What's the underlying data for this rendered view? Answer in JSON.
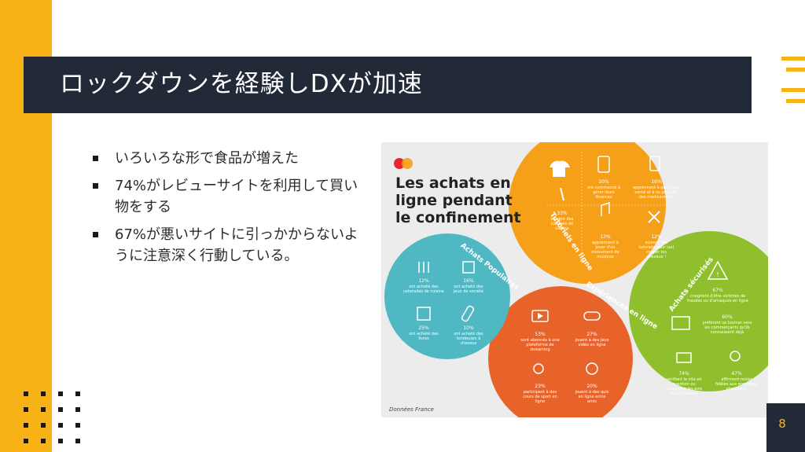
{
  "slide": {
    "title": "ロックダウンを経験しDXが加速",
    "bullets": [
      "いろいろな形で食品が増えた",
      "74%がレビューサイトを利用して買い物をする",
      "67%が悪いサイトに引っかからないように注意深く行動している。"
    ],
    "page_number": "8"
  },
  "infographic": {
    "heading": [
      "Les achats en",
      "ligne pendant",
      "le confinement"
    ],
    "footer": "Données France",
    "circles": {
      "orange_top": {
        "label": "Tutoriels en ligne",
        "items": [
          {
            "pct": "33%",
            "text": [
              "suivent des",
              "tutoriels de",
              "cuisine"
            ],
            "icon": "chef-hat-icon"
          },
          {
            "pct": "20%",
            "text": [
              "ont commencé à",
              "gérer leurs",
              "finances"
            ],
            "icon": "wallet-icon"
          },
          {
            "pct": "16%",
            "text": [
              "apprennent à gérer leur",
              "santé et à se procurer",
              "des médicaments"
            ],
            "icon": "medicine-icon"
          },
          {
            "pct": "13%",
            "text": [
              "apprennent à",
              "jouer d'un",
              "instrument de",
              "musique"
            ],
            "icon": "music-note-icon"
          },
          {
            "pct": "12%",
            "text": [
              "suivent des",
              "tutoriels pour (se)",
              "couper les",
              "cheveux !"
            ],
            "icon": "scissors-icon"
          }
        ]
      },
      "teal_left": {
        "label": "Achats Populaires",
        "items": [
          {
            "pct": "12%",
            "text": [
              "ont acheté des",
              "ustensiles de cuisine"
            ],
            "icon": "utensils-icon"
          },
          {
            "pct": "16%",
            "text": [
              "ont acheté des",
              "jeux de société"
            ],
            "icon": "puzzle-icon"
          },
          {
            "pct": "25%",
            "text": [
              "ont acheté des",
              "livres"
            ],
            "icon": "books-icon"
          },
          {
            "pct": "10%",
            "text": [
              "ont acheté des",
              "tondeuses à",
              "cheveux"
            ],
            "icon": "clipper-icon"
          }
        ]
      },
      "orange_bottom": {
        "label": "Expériences en ligne",
        "items": [
          {
            "pct": "53%",
            "text": [
              "sont abonnés à une",
              "plateforme de",
              "streaming"
            ],
            "icon": "play-icon"
          },
          {
            "pct": "27%",
            "text": [
              "jouent à des jeux",
              "vidéo en ligne"
            ],
            "icon": "gamepad-icon"
          },
          {
            "pct": "23%",
            "text": [
              "participent à des",
              "cours de sport en",
              "ligne"
            ],
            "icon": "bike-icon"
          },
          {
            "pct": "20%",
            "text": [
              "jouent à des quiz",
              "en ligne entre",
              "amis"
            ],
            "icon": "quiz-icon"
          }
        ]
      },
      "green_right": {
        "label": "Achats sécurisés",
        "items": [
          {
            "pct": "67%",
            "text": [
              "craignent d'être victimes de",
              "fraudes ou d'arnaques en ligne"
            ],
            "icon": "warning-icon"
          },
          {
            "pct": "60%",
            "text": [
              "préfèrent se tourner vers",
              "les commerçants qu'ils",
              "connaissent déjà"
            ],
            "icon": "shop-icon"
          },
          {
            "pct": "74%",
            "text": [
              "vérifient le site en",
              "question ou",
              "consultent les avis",
              "des acheteurs"
            ],
            "icon": "review-icon"
          },
          {
            "pct": "47%",
            "text": [
              "affirment rester",
              "fidèles aux enseignes",
              "physiques."
            ],
            "icon": "people-icon"
          }
        ]
      }
    },
    "colors": {
      "orange": "#f6a01a",
      "orange_dark": "#e8632a",
      "teal": "#4fb8c2",
      "green": "#8fbf2c",
      "accent_yellow": "#f8b216",
      "dark_navy": "#232a37"
    }
  }
}
